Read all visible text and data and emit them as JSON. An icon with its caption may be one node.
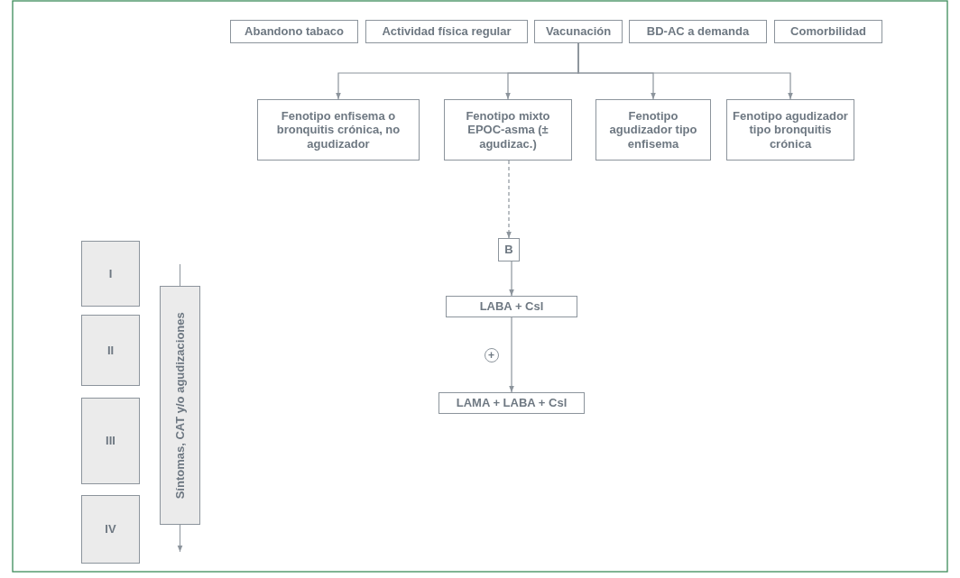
{
  "diagram": {
    "nodes": [
      {
        "text": [
          "Abandono tabaco"
        ]
      },
      {
        "text": [
          "Actividad física regular"
        ]
      },
      {
        "text": [
          "Vacunación"
        ]
      },
      {
        "text": [
          "BD-AC a demanda"
        ]
      },
      {
        "text": [
          "Comorbilidad"
        ]
      },
      {
        "text": [
          "Fenotipo enfisema o bronquitis crónica, no agudizador"
        ]
      },
      {
        "text": [
          "Fenotipo mixto EPOC-asma (± agudizac.)"
        ]
      },
      {
        "text": [
          "Fenotipo agudizador tipo enfisema"
        ]
      },
      {
        "text": [
          "Fenotipo agudizador tipo bronquitis crónica"
        ]
      },
      {
        "text": [
          "B"
        ]
      },
      {
        "text": [
          "LABA + Csl"
        ]
      },
      {
        "text": [
          "LAMA + LABA + Csl"
        ]
      },
      {
        "text": [
          "I"
        ]
      },
      {
        "text": [
          "II"
        ]
      },
      {
        "text": [
          "III"
        ]
      },
      {
        "text": [
          "IV"
        ]
      },
      {
        "text": [
          "Síntomas, CAT y/o agudizaciones"
        ]
      }
    ],
    "edges": [
      {
        "from": 2,
        "to": 5,
        "arrow": "to"
      },
      {
        "from": 2,
        "to": 6,
        "arrow": "to"
      },
      {
        "from": 2,
        "to": 7,
        "arrow": "to"
      },
      {
        "from": 2,
        "to": 8,
        "arrow": "to"
      },
      {
        "from": 6,
        "to": 9,
        "arrow": "to",
        "style": "dashed"
      },
      {
        "from": 9,
        "to": 10,
        "arrow": "to"
      },
      {
        "from": 10,
        "to": 11,
        "arrow": "to"
      }
    ],
    "labels": [
      "+"
    ]
  }
}
